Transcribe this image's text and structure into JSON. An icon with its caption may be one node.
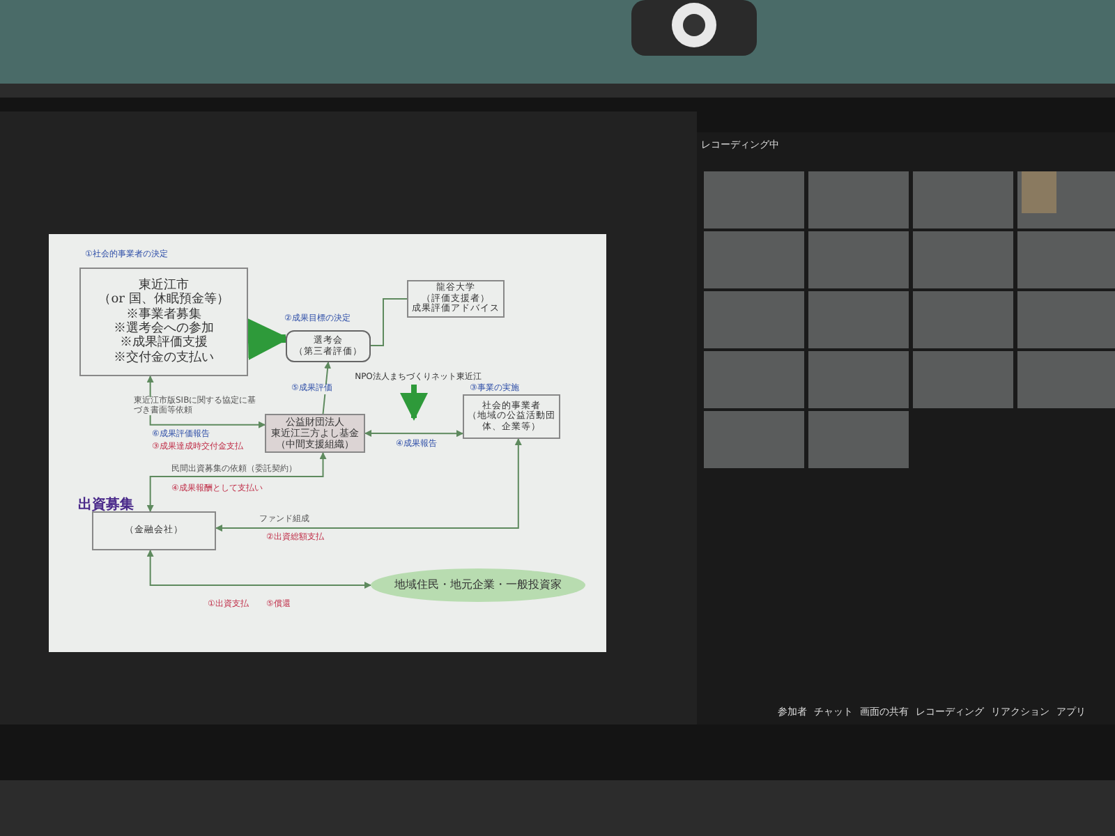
{
  "diagram": {
    "nodes": [
      {
        "text": [
          "東近江市",
          "（or 国、休眠預金等）",
          "※事業者募集",
          "※選考会への参加",
          "※成果評価支援",
          "※交付金の支払い"
        ],
        "beside": [
          "①社会的事業者の決定"
        ]
      },
      {
        "text": [
          "選考会",
          "（第三者評価）"
        ],
        "beside": [
          "②成果目標の決定"
        ]
      },
      {
        "text": [
          "龍谷大学",
          "（評価支援者）",
          "成果評価アドバイス"
        ]
      },
      {
        "text": [
          "公益財団法人",
          "東近江三方よし基金",
          "（中間支援組織）"
        ]
      },
      {
        "text": [
          "社会的事業者",
          "（地域の公益活動団体、企業等）"
        ],
        "beside": [
          "③事業の実施"
        ]
      },
      {
        "text": [
          "（金融会社）"
        ],
        "beside": [
          "出資募集"
        ]
      },
      {
        "text": [
          "地域住民・地元企業・一般投資家"
        ]
      },
      {
        "text": [
          "NPO法人まちづくりネット東近江"
        ]
      }
    ],
    "edges": [
      {
        "from": 0,
        "to": 1,
        "arrow": "to",
        "style": "thick",
        "color": "#2e9a3a"
      },
      {
        "from": 2,
        "to": 1,
        "arrow": "none"
      },
      {
        "from": 3,
        "to": 1,
        "arrow": "to",
        "label": "⑤成果評価"
      },
      {
        "from": 3,
        "to": 0,
        "arrow": "both",
        "label": "東近江市版SIBに関する協定に基づき書面等依頼"
      },
      {
        "from": 3,
        "to": 4,
        "arrow": "both",
        "label": "④成果報告"
      },
      {
        "from": 7,
        "to": null,
        "arrow": "to",
        "style": "thick",
        "color": "#2e9a3a"
      },
      {
        "from": 3,
        "to": 5,
        "arrow": "both",
        "label": "民間出資募集の依頼（委託契約）"
      },
      {
        "from": 4,
        "to": 5,
        "arrow": "both",
        "label": "ファンド組成"
      },
      {
        "from": 5,
        "to": 6,
        "arrow": "both",
        "label": "①出資支払"
      }
    ],
    "labels": [
      "⑥成果評価報告",
      "③成果達成時交付金支払",
      "④成果報酬として支払い",
      "②出資総額支払",
      "⑤償還",
      "レコーディング中",
      "参加者",
      "チャット",
      "画面の共有",
      "レコーディング",
      "リアクション",
      "アプリ"
    ]
  }
}
